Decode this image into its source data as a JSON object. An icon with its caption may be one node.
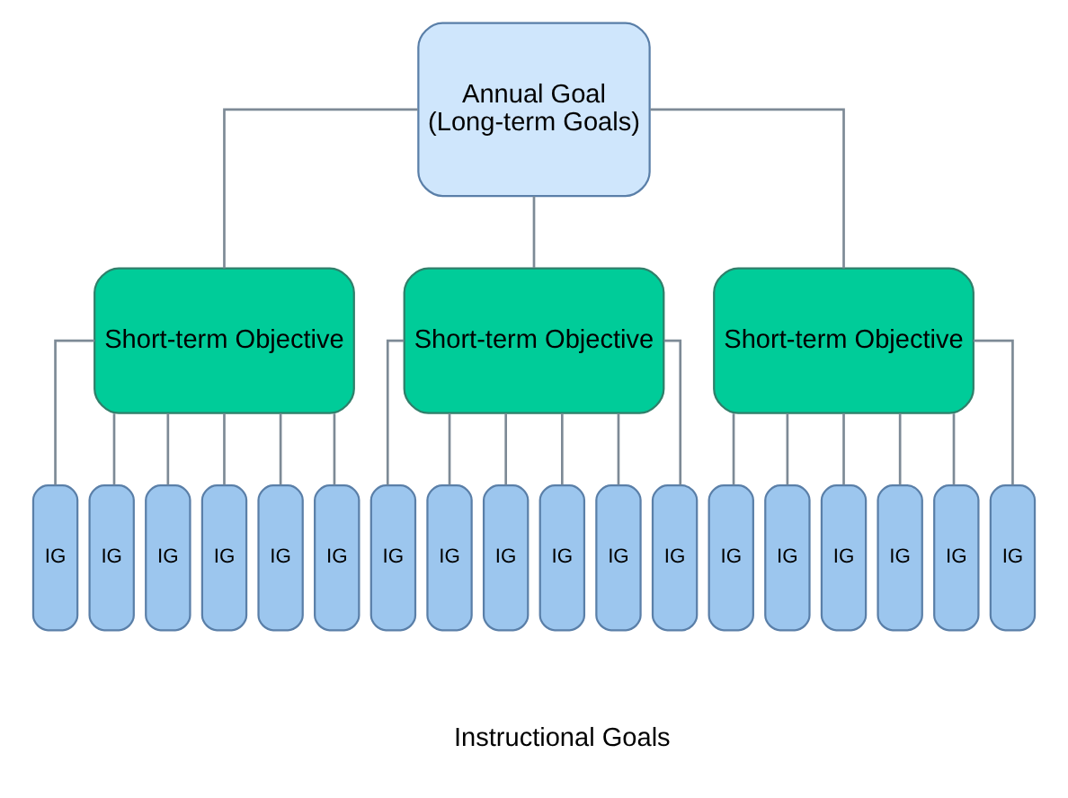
{
  "diagram": {
    "nodes": [
      {
        "text": [
          "Annual Goal",
          "(Long-term Goals)"
        ]
      },
      {
        "text": [
          "Short-term Objective"
        ]
      },
      {
        "text": [
          "Short-term Objective"
        ]
      },
      {
        "text": [
          "Short-term Objective"
        ]
      },
      {
        "text": [
          "IG"
        ]
      },
      {
        "text": [
          "IG"
        ]
      },
      {
        "text": [
          "IG"
        ]
      },
      {
        "text": [
          "IG"
        ]
      },
      {
        "text": [
          "IG"
        ]
      },
      {
        "text": [
          "IG"
        ]
      },
      {
        "text": [
          "IG"
        ]
      },
      {
        "text": [
          "IG"
        ]
      },
      {
        "text": [
          "IG"
        ]
      },
      {
        "text": [
          "IG"
        ]
      },
      {
        "text": [
          "IG"
        ]
      },
      {
        "text": [
          "IG"
        ]
      },
      {
        "text": [
          "IG"
        ]
      },
      {
        "text": [
          "IG"
        ]
      },
      {
        "text": [
          "IG"
        ]
      },
      {
        "text": [
          "IG"
        ]
      },
      {
        "text": [
          "IG"
        ]
      },
      {
        "text": [
          "IG"
        ]
      }
    ],
    "edges": [
      {
        "from": 0,
        "to": 1,
        "arrow": "none"
      },
      {
        "from": 0,
        "to": 2,
        "arrow": "none"
      },
      {
        "from": 0,
        "to": 3,
        "arrow": "none"
      },
      {
        "from": 1,
        "to": 4,
        "arrow": "none"
      },
      {
        "from": 1,
        "to": 5,
        "arrow": "none"
      },
      {
        "from": 1,
        "to": 6,
        "arrow": "none"
      },
      {
        "from": 1,
        "to": 7,
        "arrow": "none"
      },
      {
        "from": 1,
        "to": 8,
        "arrow": "none"
      },
      {
        "from": 1,
        "to": 9,
        "arrow": "none"
      },
      {
        "from": 2,
        "to": 10,
        "arrow": "none"
      },
      {
        "from": 2,
        "to": 11,
        "arrow": "none"
      },
      {
        "from": 2,
        "to": 12,
        "arrow": "none"
      },
      {
        "from": 2,
        "to": 13,
        "arrow": "none"
      },
      {
        "from": 2,
        "to": 14,
        "arrow": "none"
      },
      {
        "from": 2,
        "to": 15,
        "arrow": "none"
      },
      {
        "from": 3,
        "to": 16,
        "arrow": "none"
      },
      {
        "from": 3,
        "to": 17,
        "arrow": "none"
      },
      {
        "from": 3,
        "to": 18,
        "arrow": "none"
      },
      {
        "from": 3,
        "to": 19,
        "arrow": "none"
      },
      {
        "from": 3,
        "to": 20,
        "arrow": "none"
      },
      {
        "from": 3,
        "to": 21,
        "arrow": "none"
      }
    ],
    "labels": [
      "Instructional Goals"
    ]
  }
}
